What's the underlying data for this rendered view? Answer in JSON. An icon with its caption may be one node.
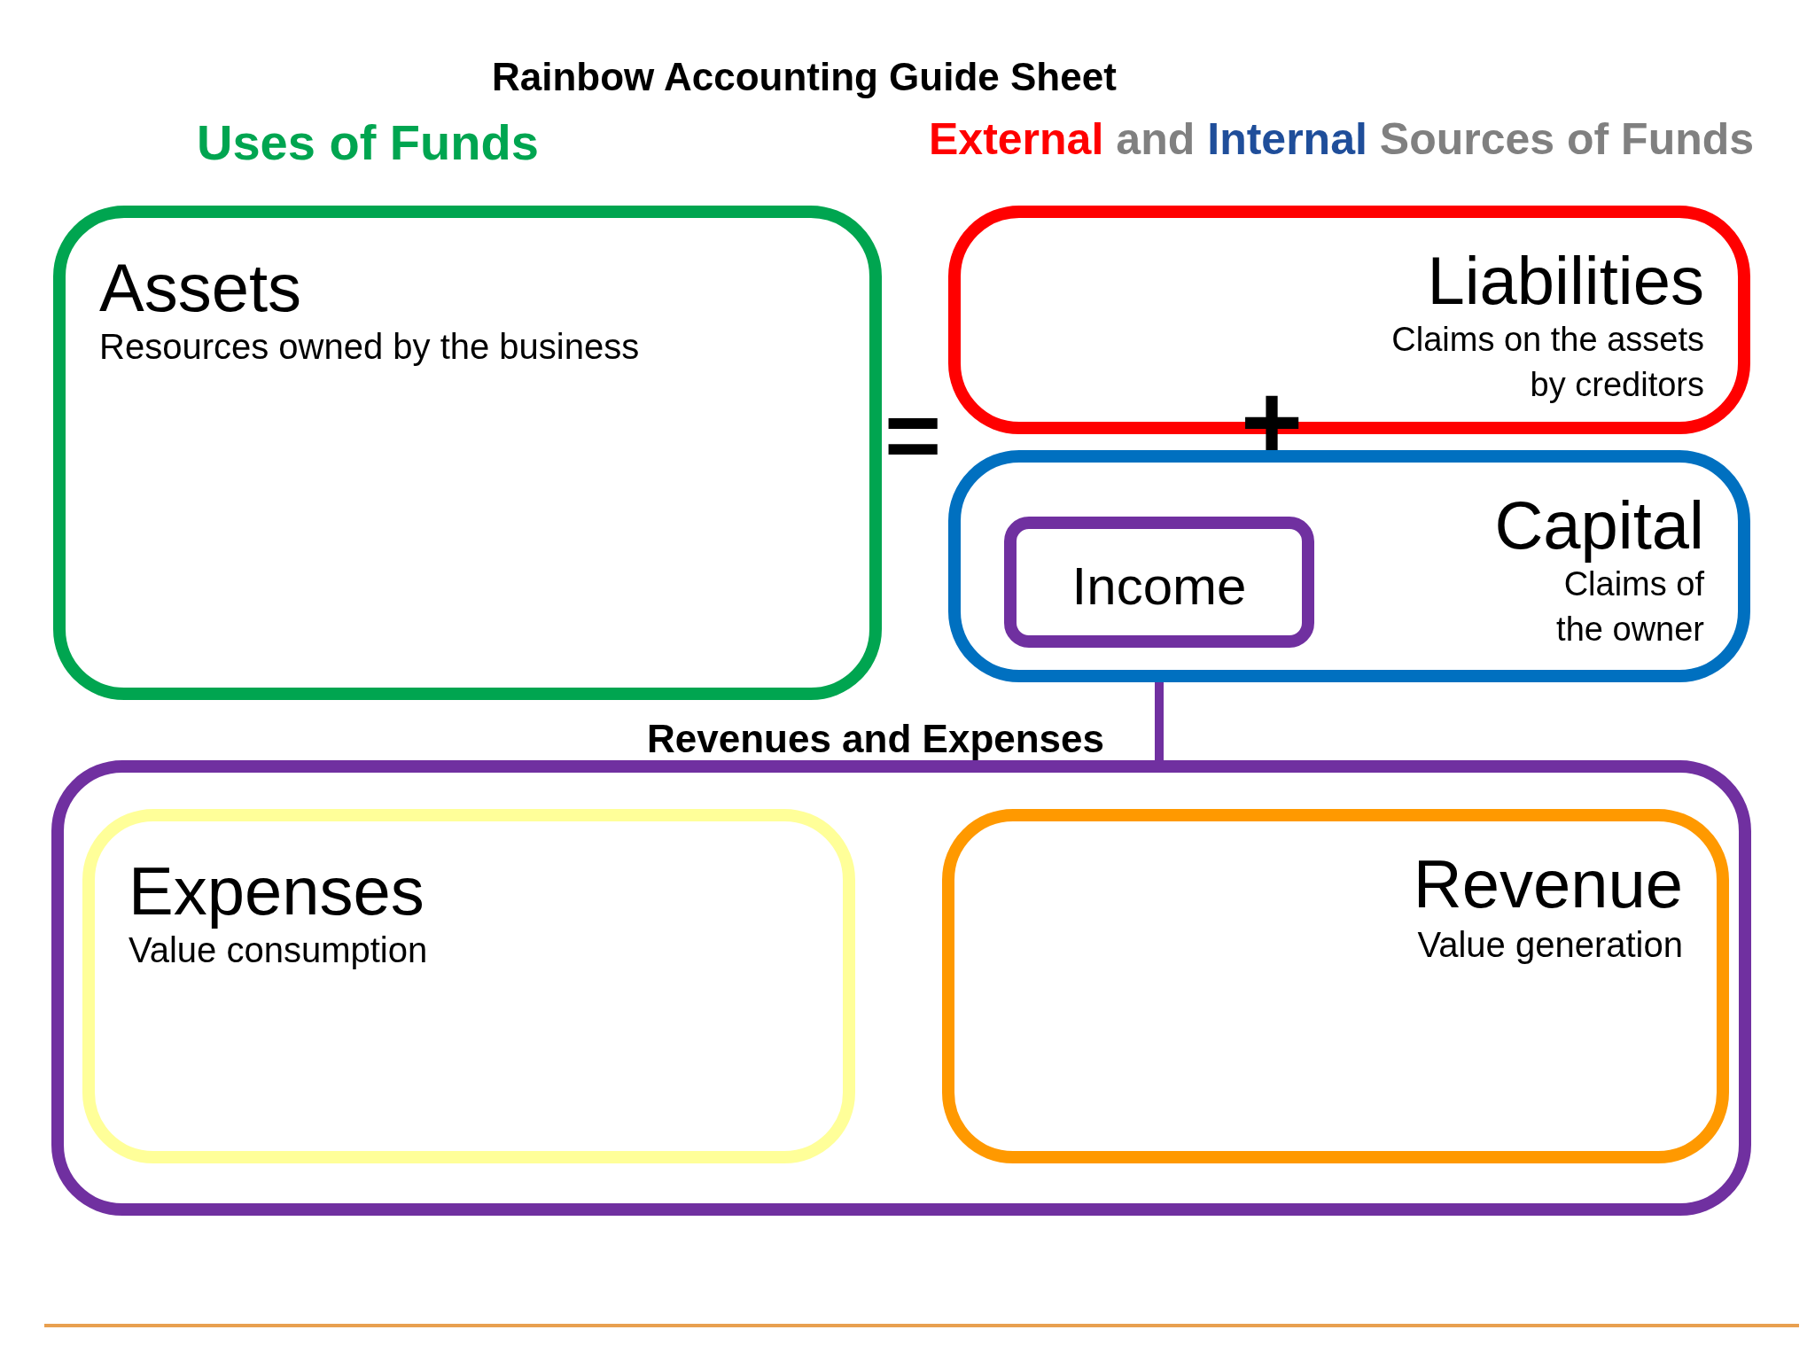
{
  "diagram": {
    "title": "Rainbow Accounting Guide Sheet",
    "nodes": [
      {
        "text": [
          "Assets",
          "Resources owned by the business"
        ]
      },
      {
        "text": [
          "Liabilities",
          "Claims on the assets by creditors"
        ]
      },
      {
        "text": [
          "Capital",
          "Claims of the owner"
        ]
      },
      {
        "text": [
          "Income"
        ],
        "in": 2
      },
      {
        "text": [
          "Revenues and Expenses"
        ]
      },
      {
        "text": [
          "Expenses",
          "Value consumption"
        ],
        "in": 4
      },
      {
        "text": [
          "Revenue",
          "Value generation"
        ],
        "in": 4
      }
    ],
    "edges": [
      {
        "from": 3,
        "to": 4,
        "arrow": "none",
        "color": "#7030a0"
      }
    ],
    "labels": [
      "Uses of Funds",
      "External",
      "and",
      "Internal",
      "Sources of Funds",
      "=",
      "+"
    ]
  }
}
